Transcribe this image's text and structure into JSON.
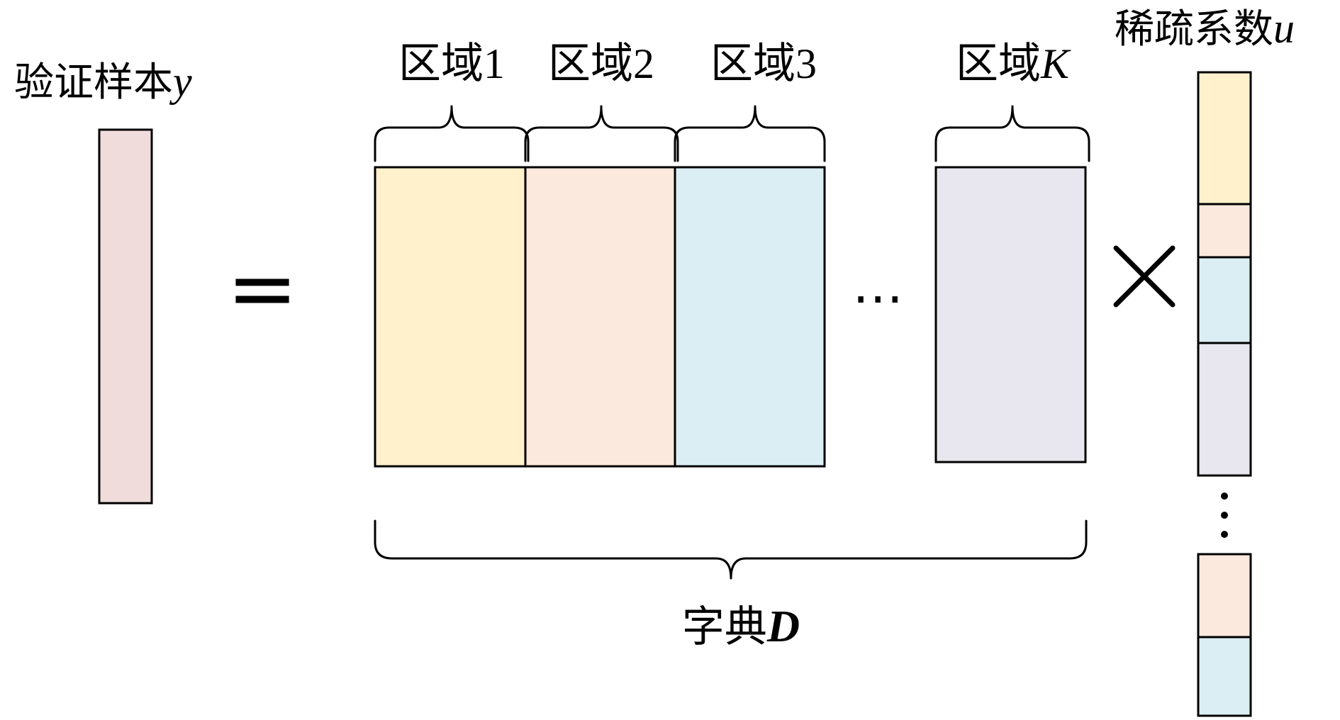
{
  "sample": {
    "label_text": "验证样本",
    "label_var": "y",
    "color": "#F1DCDC"
  },
  "equals": "=",
  "dictionary": {
    "label_text": "字典",
    "label_var": "D",
    "ellipsis": "⋯",
    "regions": [
      {
        "text": "区域",
        "suffix": "1",
        "color": "#FEF1CC"
      },
      {
        "text": "区域",
        "suffix": "2",
        "color": "#FCE9DD"
      },
      {
        "text": "区域",
        "suffix": "3",
        "color": "#DAEEF3"
      },
      {
        "text": "区域",
        "suffix": "K",
        "color": "#E8E6EE"
      }
    ]
  },
  "times": "×",
  "coefficients": {
    "label_text": "稀疏系数",
    "label_var": "u",
    "segment_colors": [
      "#FEF1CC",
      "#FCE9DD",
      "#DAEEF3",
      "#E8E6EE",
      "#FCE9DD",
      "#DAEEF3"
    ]
  }
}
